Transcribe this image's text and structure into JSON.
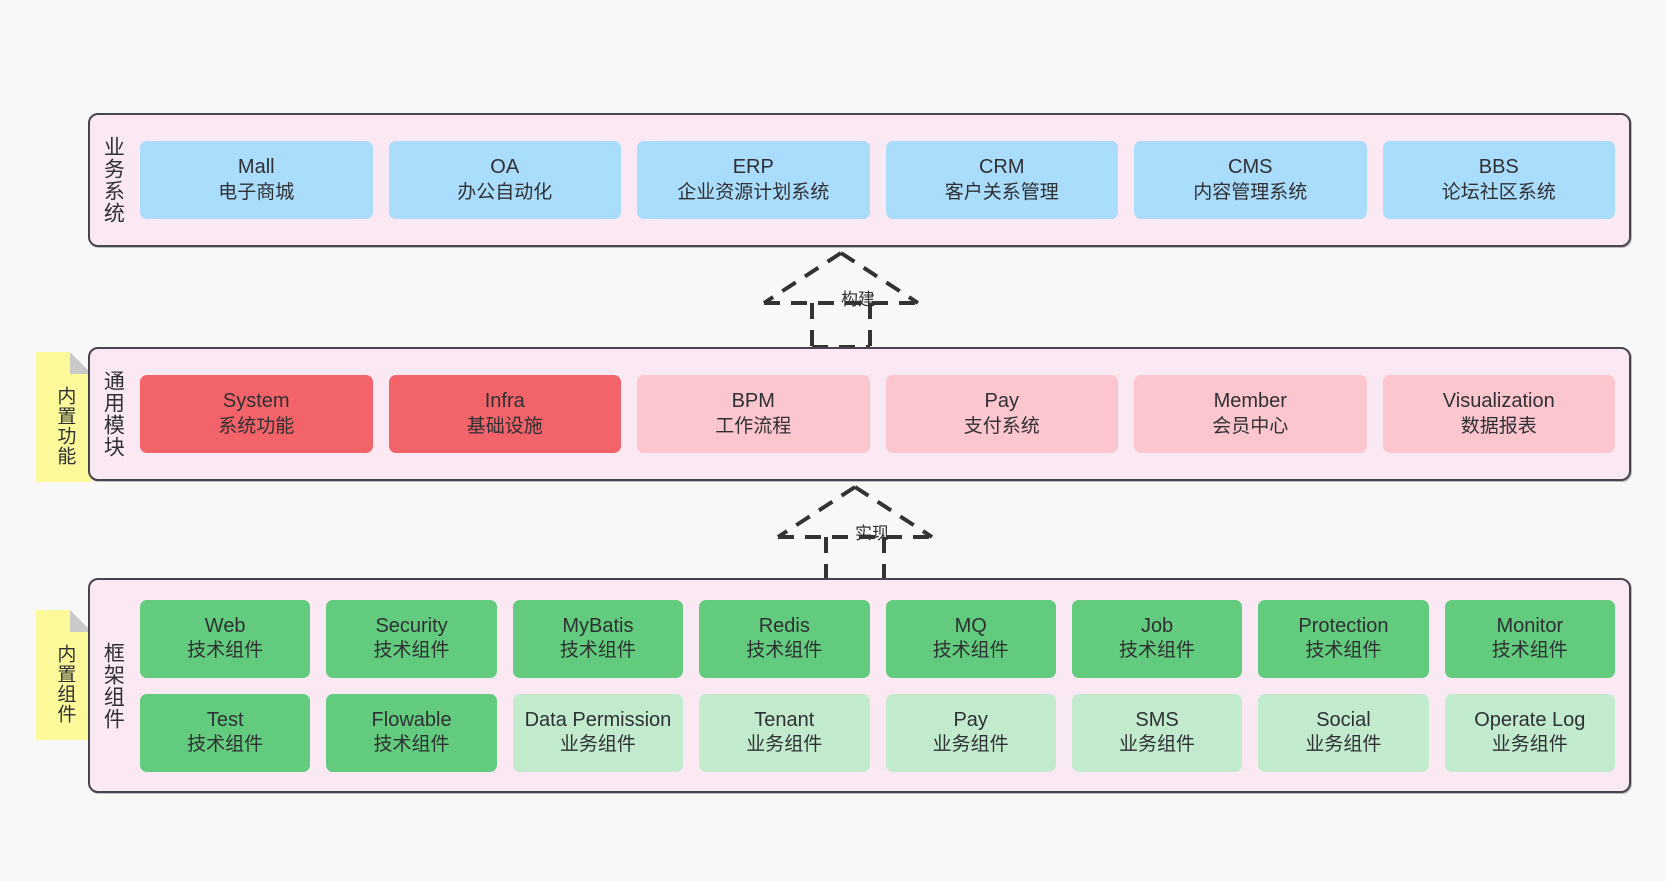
{
  "layers": [
    {
      "id": "business",
      "title": "业务系统",
      "rows": [
        {
          "cards": [
            {
              "en": "Mall",
              "cn": "电子商城",
              "color": "c-blue"
            },
            {
              "en": "OA",
              "cn": "办公自动化",
              "color": "c-blue"
            },
            {
              "en": "ERP",
              "cn": "企业资源计划系统",
              "color": "c-blue"
            },
            {
              "en": "CRM",
              "cn": "客户关系管理",
              "color": "c-blue"
            },
            {
              "en": "CMS",
              "cn": "内容管理系统",
              "color": "c-blue"
            },
            {
              "en": "BBS",
              "cn": "论坛社区系统",
              "color": "c-blue"
            }
          ]
        }
      ]
    },
    {
      "id": "common",
      "title": "通用模块",
      "rows": [
        {
          "cards": [
            {
              "en": "System",
              "cn": "系统功能",
              "color": "c-red"
            },
            {
              "en": "Infra",
              "cn": "基础设施",
              "color": "c-red"
            },
            {
              "en": "BPM",
              "cn": "工作流程",
              "color": "c-pink"
            },
            {
              "en": "Pay",
              "cn": "支付系统",
              "color": "c-pink"
            },
            {
              "en": "Member",
              "cn": "会员中心",
              "color": "c-pink"
            },
            {
              "en": "Visualization",
              "cn": "数据报表",
              "color": "c-pink"
            }
          ]
        }
      ]
    },
    {
      "id": "framework",
      "title": "框架组件",
      "rows": [
        {
          "cards": [
            {
              "en": "Web",
              "cn": "技术组件",
              "color": "c-green"
            },
            {
              "en": "Security",
              "cn": "技术组件",
              "color": "c-green"
            },
            {
              "en": "MyBatis",
              "cn": "技术组件",
              "color": "c-green"
            },
            {
              "en": "Redis",
              "cn": "技术组件",
              "color": "c-green"
            },
            {
              "en": "MQ",
              "cn": "技术组件",
              "color": "c-green"
            },
            {
              "en": "Job",
              "cn": "技术组件",
              "color": "c-green"
            },
            {
              "en": "Protection",
              "cn": "技术组件",
              "color": "c-green"
            },
            {
              "en": "Monitor",
              "cn": "技术组件",
              "color": "c-green"
            }
          ]
        },
        {
          "cards": [
            {
              "en": "Test",
              "cn": "技术组件",
              "color": "c-green"
            },
            {
              "en": "Flowable",
              "cn": "技术组件",
              "color": "c-green"
            },
            {
              "en": "Data Permission",
              "cn": "业务组件",
              "color": "c-green-light"
            },
            {
              "en": "Tenant",
              "cn": "业务组件",
              "color": "c-green-light"
            },
            {
              "en": "Pay",
              "cn": "业务组件",
              "color": "c-green-light"
            },
            {
              "en": "SMS",
              "cn": "业务组件",
              "color": "c-green-light"
            },
            {
              "en": "Social",
              "cn": "业务组件",
              "color": "c-green-light"
            },
            {
              "en": "Operate Log",
              "cn": "业务组件",
              "color": "c-green-light"
            }
          ]
        }
      ]
    }
  ],
  "sticky_notes": [
    {
      "id": "common",
      "label": "内置功能"
    },
    {
      "id": "framework",
      "label": "内置组件"
    }
  ],
  "connectors": [
    {
      "id": "build",
      "label": "构建"
    },
    {
      "id": "implement",
      "label": "实现"
    }
  ],
  "colors": {
    "canvas": "#f8f8f8",
    "panel_fill": "#fae9f3",
    "panel_border": "#4a4450",
    "blue_card": "#aadcfb",
    "red_card": "#f3646a",
    "pink_card": "#fbc6ce",
    "green_card": "#62cb7d",
    "green_light_card": "#c2ebce",
    "sticky_fill": "#fbf99a",
    "sticky_fold": "#c9c9c9",
    "text": "#2f3033",
    "connector_stroke": "#333333"
  }
}
